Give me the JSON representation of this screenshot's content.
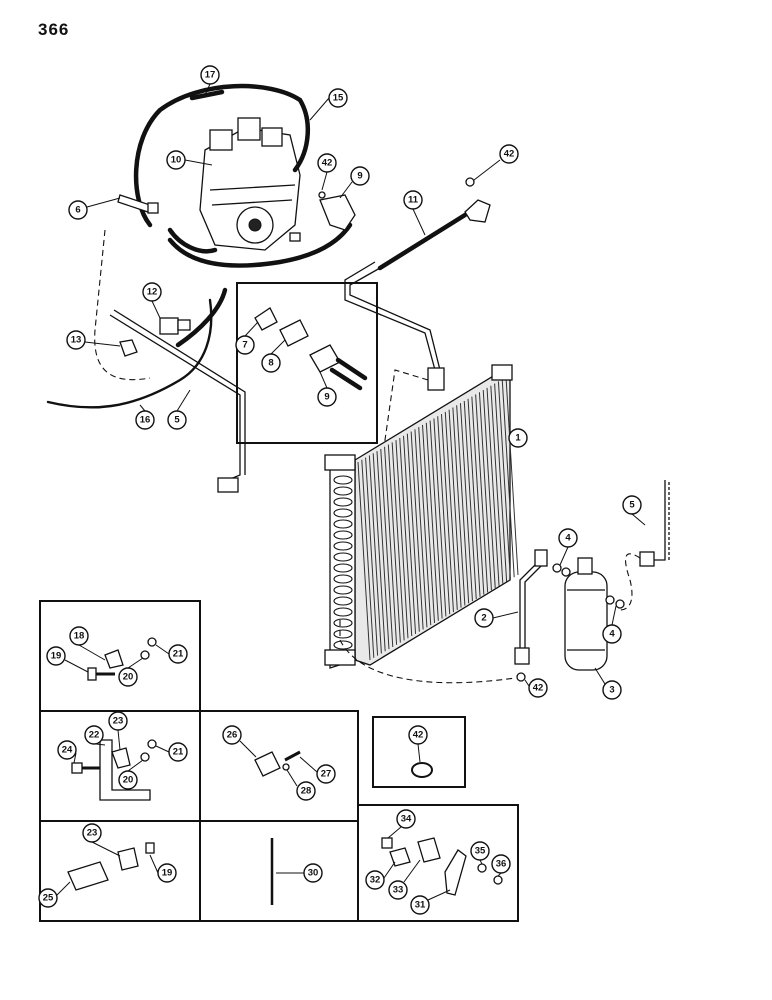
{
  "page": {
    "number": "366"
  },
  "callouts": {
    "c1": "1",
    "c2": "2",
    "c3": "3",
    "c4a": "4",
    "c4b": "4",
    "c5a": "5",
    "c5b": "5",
    "c6": "6",
    "c7": "7",
    "c8": "8",
    "c9a": "9",
    "c9b": "9",
    "c10": "10",
    "c11": "11",
    "c12": "12",
    "c13": "13",
    "c15": "15",
    "c16": "16",
    "c17": "17",
    "c18": "18",
    "c19a": "19",
    "c19b": "19",
    "c20a": "20",
    "c20b": "20",
    "c21a": "21",
    "c21b": "21",
    "c22": "22",
    "c23a": "23",
    "c23b": "23",
    "c24": "24",
    "c25": "25",
    "c26": "26",
    "c27": "27",
    "c28": "28",
    "c30": "30",
    "c31": "31",
    "c32": "32",
    "c33": "33",
    "c34": "34",
    "c35": "35",
    "c36": "36",
    "c42a": "42",
    "c42b": "42",
    "c42c": "42",
    "c42d": "42"
  }
}
